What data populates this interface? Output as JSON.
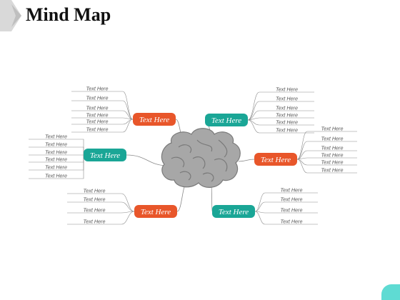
{
  "title": "Mind Map",
  "colors": {
    "orange": "#e8562a",
    "teal": "#1aa696",
    "brain": "#a7a7a7",
    "brain_stroke": "#7a7a7a",
    "line": "#8a8a8a",
    "accent_tab": "#5fdbd3"
  },
  "center_icon": "brain-icon",
  "hubs": [
    {
      "id": "top-left",
      "label": "Text Here",
      "color": "orange",
      "leaves": [
        "Text Here",
        "Text Here",
        "Text Here",
        "Text Here",
        "Text Here",
        "Text Here"
      ]
    },
    {
      "id": "top-right",
      "label": "Text Here",
      "color": "teal",
      "leaves": [
        "Text Here",
        "Text Here",
        "Text Here",
        "Text Here",
        "Text Here",
        "Text Here"
      ]
    },
    {
      "id": "mid-left",
      "label": "Text Here",
      "color": "teal",
      "leaves": [
        "Text Here",
        "Text Here",
        "Text Here",
        "Text Here",
        "Text Here",
        "Text Here"
      ]
    },
    {
      "id": "mid-right",
      "label": "Text Here",
      "color": "orange",
      "leaves": [
        "Text Here",
        "Text Here",
        "Text Here",
        "Text Here",
        "Text Here",
        "Text Here"
      ]
    },
    {
      "id": "bottom-left",
      "label": "Text Here",
      "color": "orange",
      "leaves": [
        "Text Here",
        "Text Here",
        "Text Here",
        "Text Here"
      ]
    },
    {
      "id": "bottom-right",
      "label": "Text Here",
      "color": "teal",
      "leaves": [
        "Text Here",
        "Text Here",
        "Text Here",
        "Text Here"
      ]
    }
  ]
}
